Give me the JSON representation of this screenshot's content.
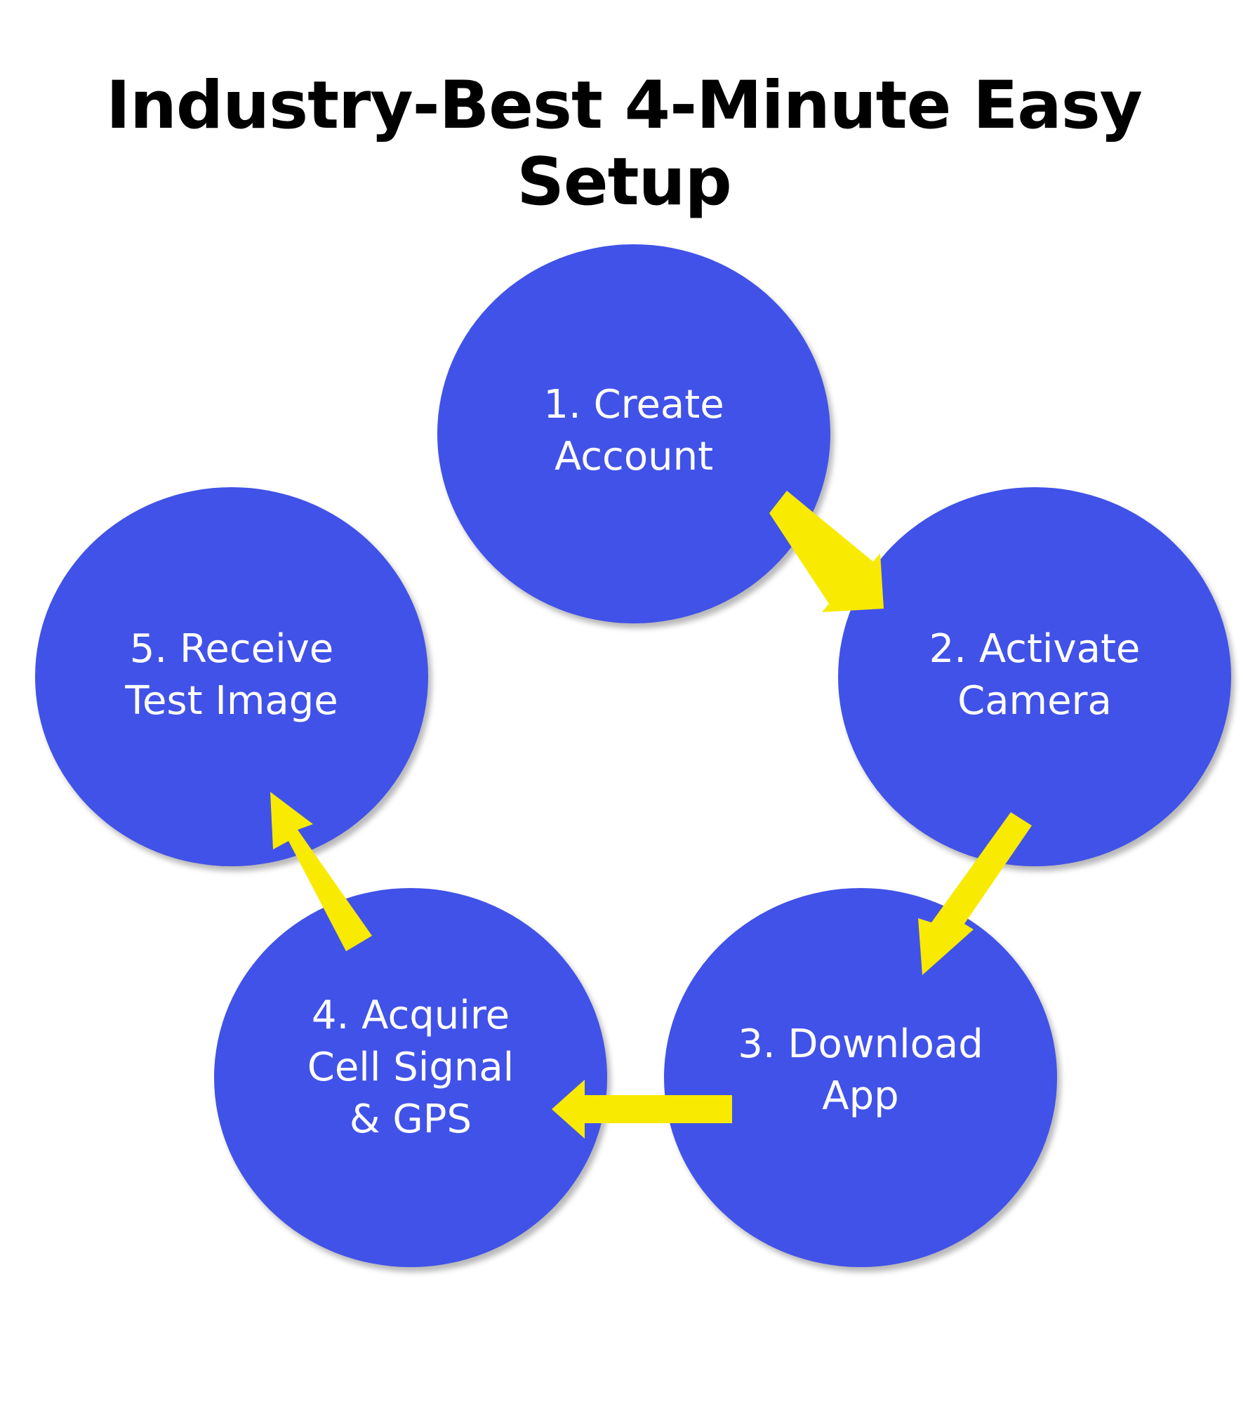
{
  "title": "Industry-Best 4-Minute Easy Setup",
  "colors": {
    "circle": "#4152e8",
    "arrow": "#f8ea00",
    "text": "#ffffff",
    "title": "#000000"
  },
  "steps": [
    {
      "lines": [
        "1. Create",
        "Account"
      ]
    },
    {
      "lines": [
        "2. Activate",
        "Camera"
      ]
    },
    {
      "lines": [
        "3. Download",
        "App"
      ]
    },
    {
      "lines": [
        "4. Acquire",
        "Cell Signal",
        "& GPS"
      ]
    },
    {
      "lines": [
        "5. Receive",
        "Test Image"
      ]
    }
  ]
}
